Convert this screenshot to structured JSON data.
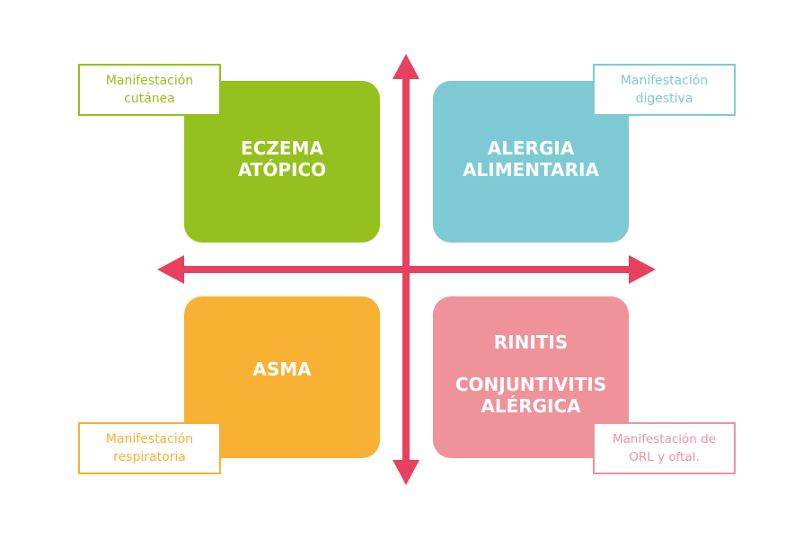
{
  "quadrants": {
    "top_left": {
      "lines": [
        "ECZEMA",
        "ATÓPICO"
      ],
      "color": "#95c11f"
    },
    "top_right": {
      "lines": [
        "ALERGIA",
        "ALIMENTARIA"
      ],
      "color": "#7ecad4"
    },
    "bottom_left": {
      "lines": [
        "ASMA"
      ],
      "color": "#f8b133"
    },
    "bottom_right": {
      "line1": "RINITIS",
      "lines": [
        "CONJUNTIVITIS",
        "ALÉRGICA"
      ],
      "color": "#f0929a"
    }
  },
  "labels": {
    "top_left": {
      "lines": [
        "Manifestación",
        "cutánea"
      ],
      "color": "#95c11f"
    },
    "top_right": {
      "lines": [
        "Manifestación",
        "digestiva"
      ],
      "color": "#7ecad4"
    },
    "bottom_left": {
      "lines": [
        "Manifestación",
        "respiratoria"
      ],
      "color": "#f8b133"
    },
    "bottom_right": {
      "lines": [
        "Manifestación de",
        "ORL y oftal."
      ],
      "color": "#f0929a"
    }
  },
  "axes": {
    "color": "#e8415f"
  }
}
